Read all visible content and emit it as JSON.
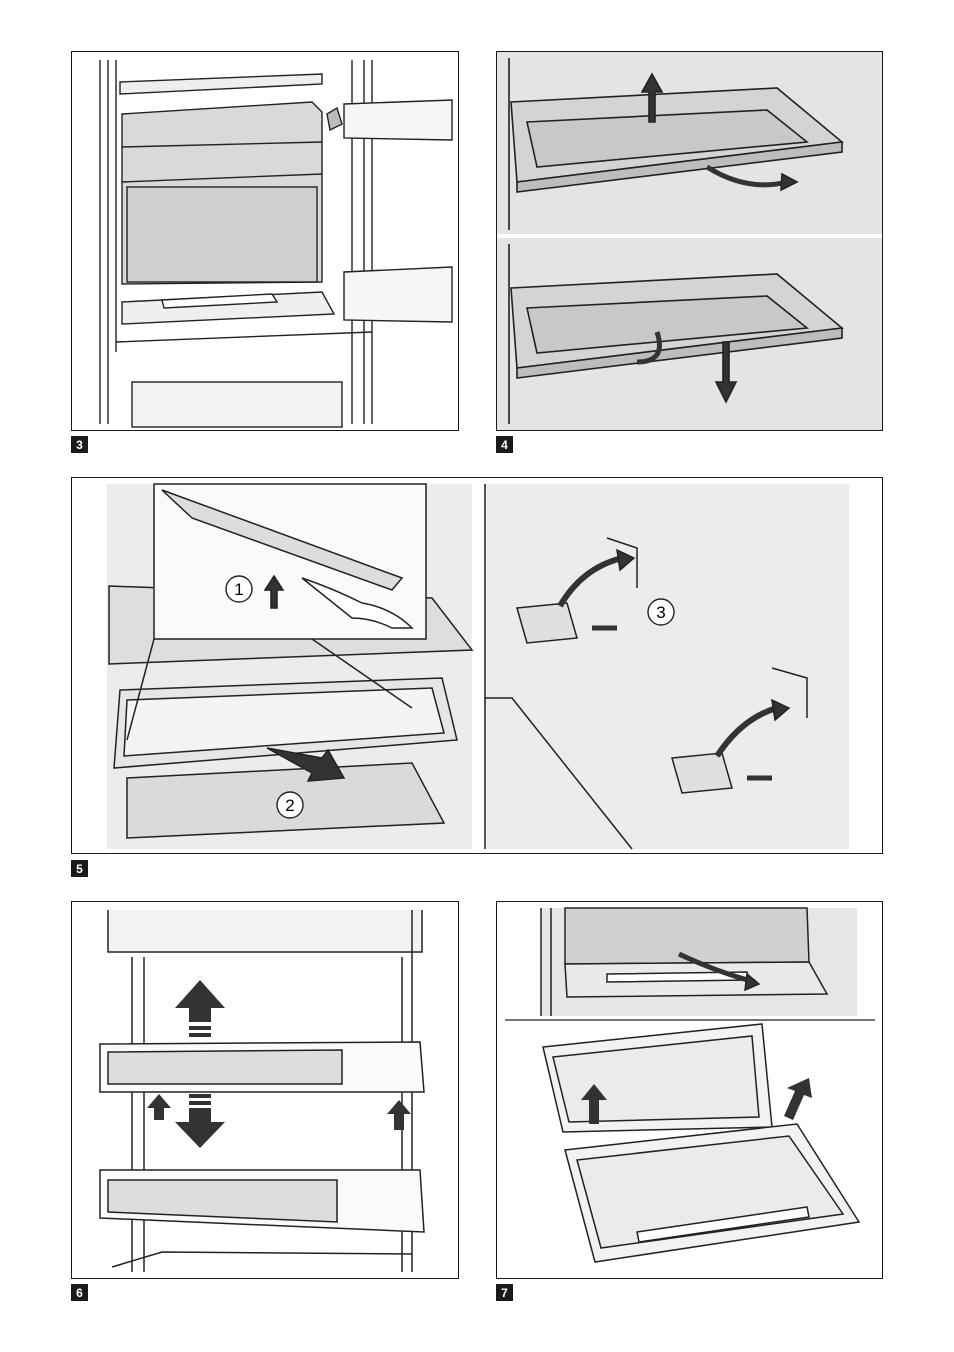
{
  "figures": [
    {
      "number": "3"
    },
    {
      "number": "4"
    },
    {
      "number": "5",
      "steps": [
        "1",
        "2",
        "3"
      ]
    },
    {
      "number": "6"
    },
    {
      "number": "7"
    }
  ]
}
